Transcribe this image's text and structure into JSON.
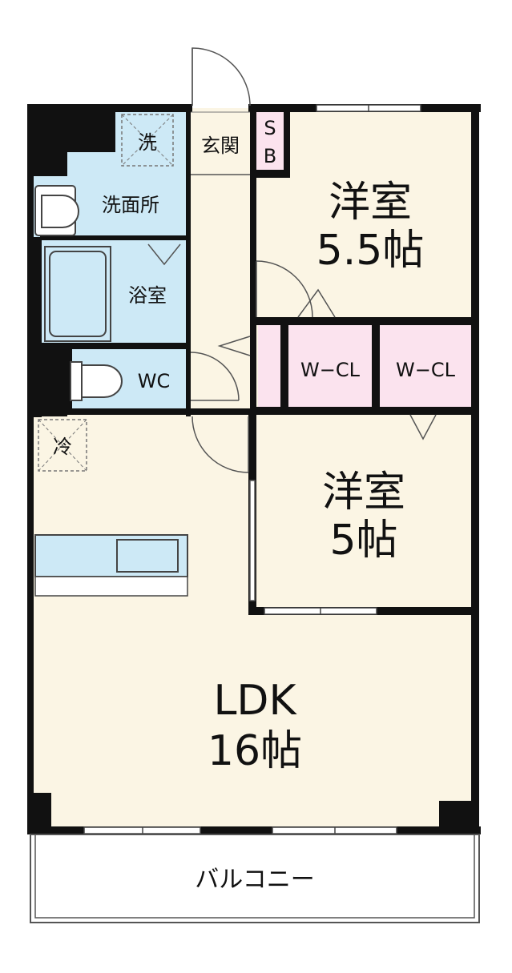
{
  "rooms": {
    "western_room_1": {
      "name": "洋室",
      "size": "5.5帖"
    },
    "western_room_2": {
      "name": "洋室",
      "size": "5帖"
    },
    "ldk": {
      "name": "LDK",
      "size": "16帖"
    },
    "walk_in_closet_1": "W−CL",
    "walk_in_closet_2": "W−CL",
    "washroom": "洗面所",
    "bathroom": "浴室",
    "toilet": "WC",
    "entrance": "玄関",
    "storage_s": "S",
    "storage_b": "B",
    "washer": "洗",
    "fridge": "冷",
    "balcony": "バルコニー"
  },
  "colors": {
    "wall": "#111111",
    "living_floor": "#fbf5e4",
    "wet_area": "#cde9f6",
    "closet": "#fbe3ee",
    "balcony": "#ffffff"
  }
}
